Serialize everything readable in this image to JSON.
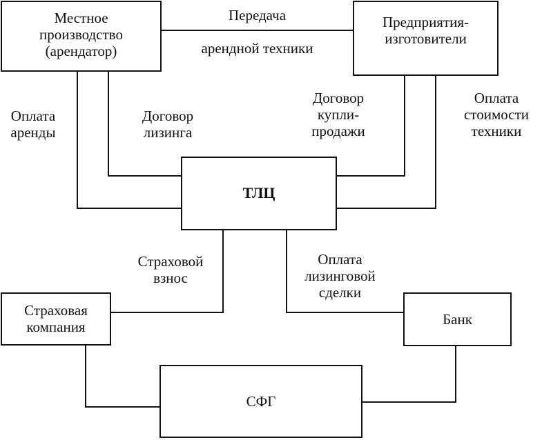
{
  "nodes": {
    "local_producer": [
      "Местное",
      "производство",
      "(арендатор)"
    ],
    "manufacturers": [
      "Предприятия-",
      "изготовители"
    ],
    "tlc": "ТЛЦ",
    "insurance": [
      "Страховая",
      "компания"
    ],
    "bank": "Банк",
    "sfg": "СФГ"
  },
  "edges": {
    "transfer": [
      "Передача",
      "арендной техники"
    ],
    "rent_payment": [
      "Оплата",
      "аренды"
    ],
    "leasing_contract": [
      "Договор",
      "лизинга"
    ],
    "sale_contract": [
      "Договор",
      "купли-",
      "продажи"
    ],
    "cost_payment": [
      "Оплата",
      "стоимости",
      "техники"
    ],
    "insurance_fee": [
      "Страховой",
      "взнос"
    ],
    "leasing_payment": [
      "Оплата",
      "лизинговой",
      "сделки"
    ]
  }
}
